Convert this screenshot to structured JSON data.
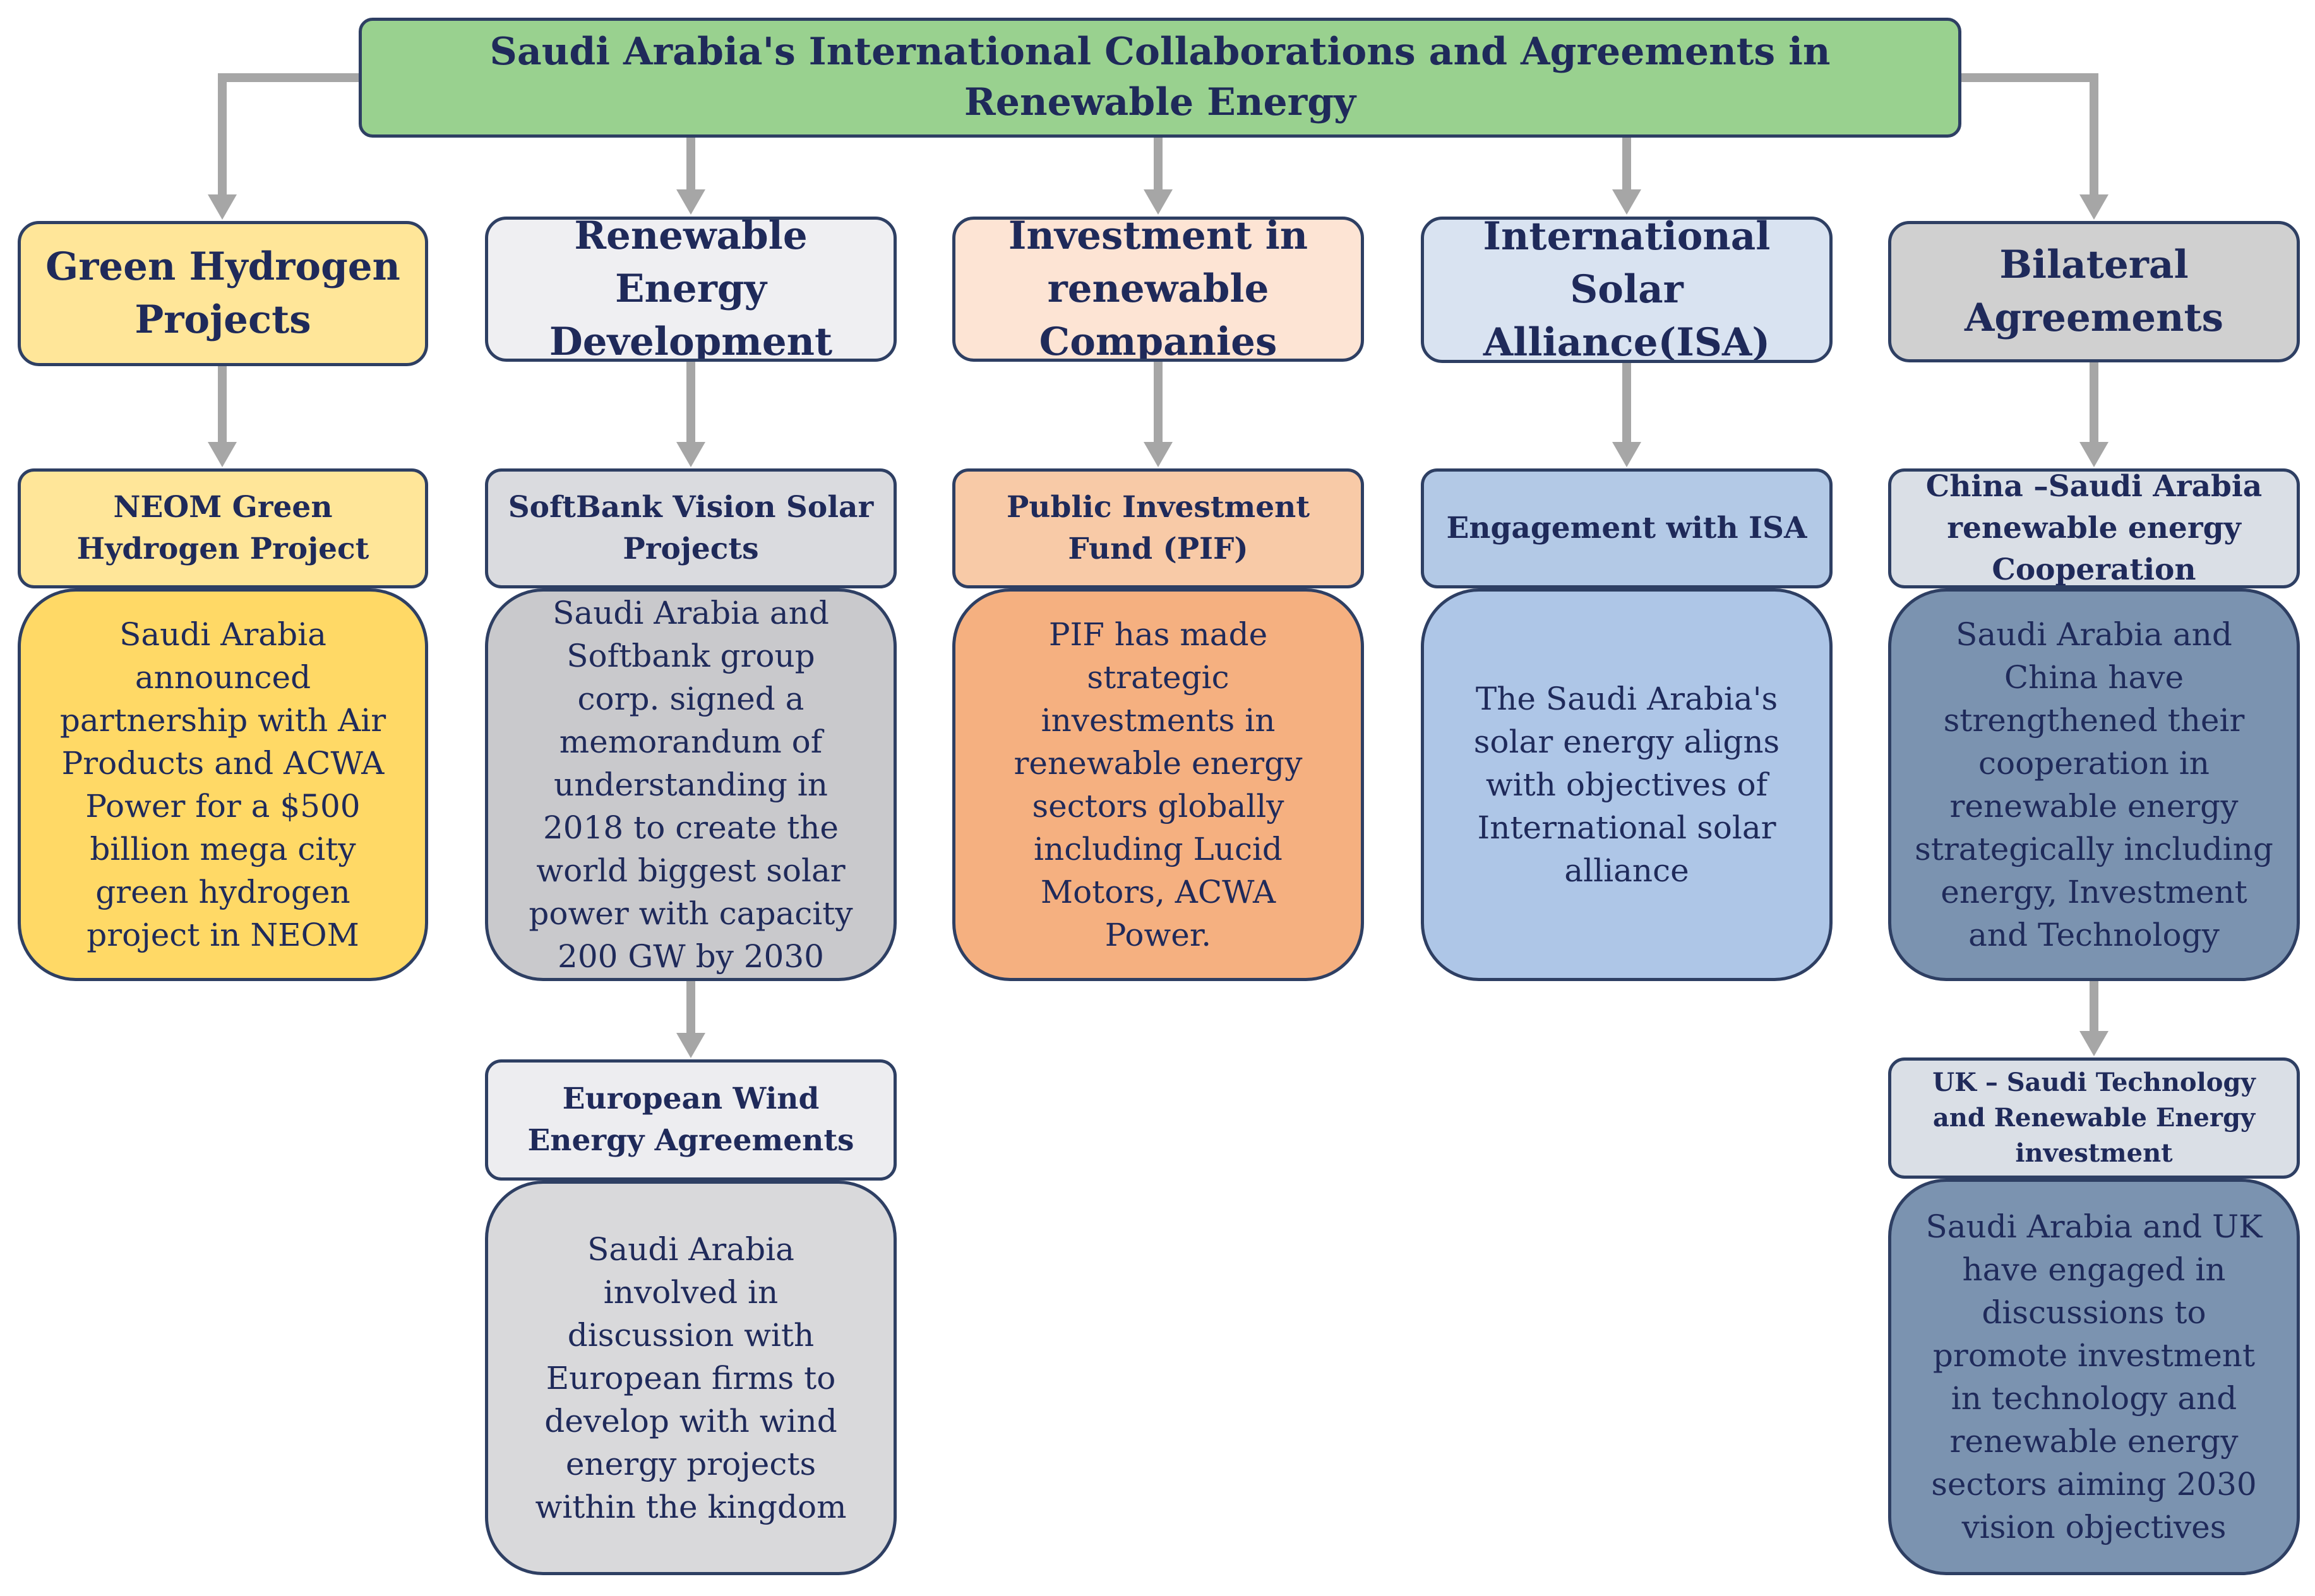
{
  "title": "Saudi Arabia's International Collaborations and Agreements in Renewable Energy",
  "colors": {
    "connector": "#a6a6a6",
    "border": "#2e3f63",
    "text": "#1f2a5a",
    "title_fill": "#99d18f",
    "hydrogen_category": "#ffe699",
    "hydrogen_sub": "#ffe699",
    "hydrogen_desc": "#ffd966",
    "development_category": "#efeff2",
    "development_sub": "#dadbdf",
    "development_desc": "#c9c9cc",
    "wind_sub": "#ededf0",
    "wind_desc": "#d9d9db",
    "investment_category": "#fde4d4",
    "investment_sub": "#f8caa7",
    "investment_desc": "#f5b080",
    "isa_category": "#d9e3f1",
    "isa_sub": "#b3c9e6",
    "isa_desc": "#aec6e7",
    "bilateral_category": "#d0d0d0",
    "bilateral_sub": "#dadfe6",
    "bilateral_desc": "#7b93b0"
  },
  "columns": [
    {
      "category": "Green Hydrogen Projects",
      "sub": "NEOM Green Hydrogen Project",
      "desc": "Saudi Arabia announced partnership with Air Products and ACWA Power for a $500 billion mega city green hydrogen project in NEOM"
    },
    {
      "category": "Renewable Energy Development",
      "sub": "SoftBank Vision Solar Projects",
      "desc": "Saudi Arabia and Softbank group corp. signed a memorandum of understanding in 2018 to create the world biggest solar power with capacity 200 GW by 2030",
      "sub2": "European Wind Energy Agreements",
      "desc2": "Saudi Arabia involved in discussion with European firms to develop with wind energy projects within the kingdom"
    },
    {
      "category": "Investment in renewable Companies",
      "sub": "Public Investment Fund (PIF)",
      "desc": "PIF has made strategic investments in renewable energy sectors globally including Lucid Motors, ACWA Power."
    },
    {
      "category": "International Solar Alliance(ISA)",
      "sub": "Engagement with ISA",
      "desc": "The Saudi Arabia's solar energy aligns with objectives of International solar alliance"
    },
    {
      "category": "Bilateral Agreements",
      "sub": "China –Saudi Arabia renewable energy Cooperation",
      "desc": "Saudi Arabia and China have strengthened their cooperation in renewable energy strategically including energy, Investment and Technology",
      "sub2": "UK – Saudi Technology and Renewable Energy investment",
      "desc2": "Saudi Arabia and UK have engaged in discussions to promote investment in technology and renewable energy sectors aiming 2030 vision objectives"
    }
  ]
}
